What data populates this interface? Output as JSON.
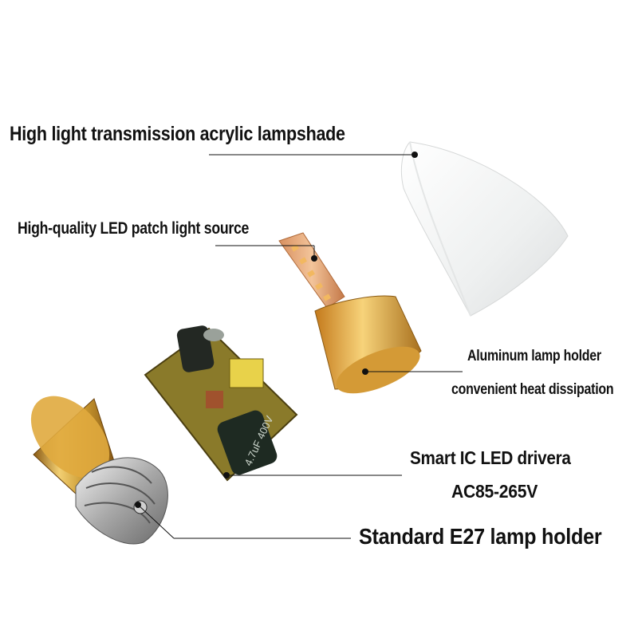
{
  "callouts": {
    "lampshade": "High light transmission acrylic lampshade",
    "led_source": "High-quality LED patch light source",
    "holder_line1": "Aluminum lamp holder",
    "holder_line2": "convenient heat dissipation",
    "driver_line1": "Smart IC LED drivera",
    "driver_line2": "AC85-265V",
    "base": "Standard E27 lamp holder"
  },
  "capacitor_marking": "4.7uF 400V",
  "colors": {
    "gold": "#c8962e",
    "gold_light": "#f2cf72",
    "pcb": "#8a7a2a",
    "lampshade": "#eef0f0"
  }
}
